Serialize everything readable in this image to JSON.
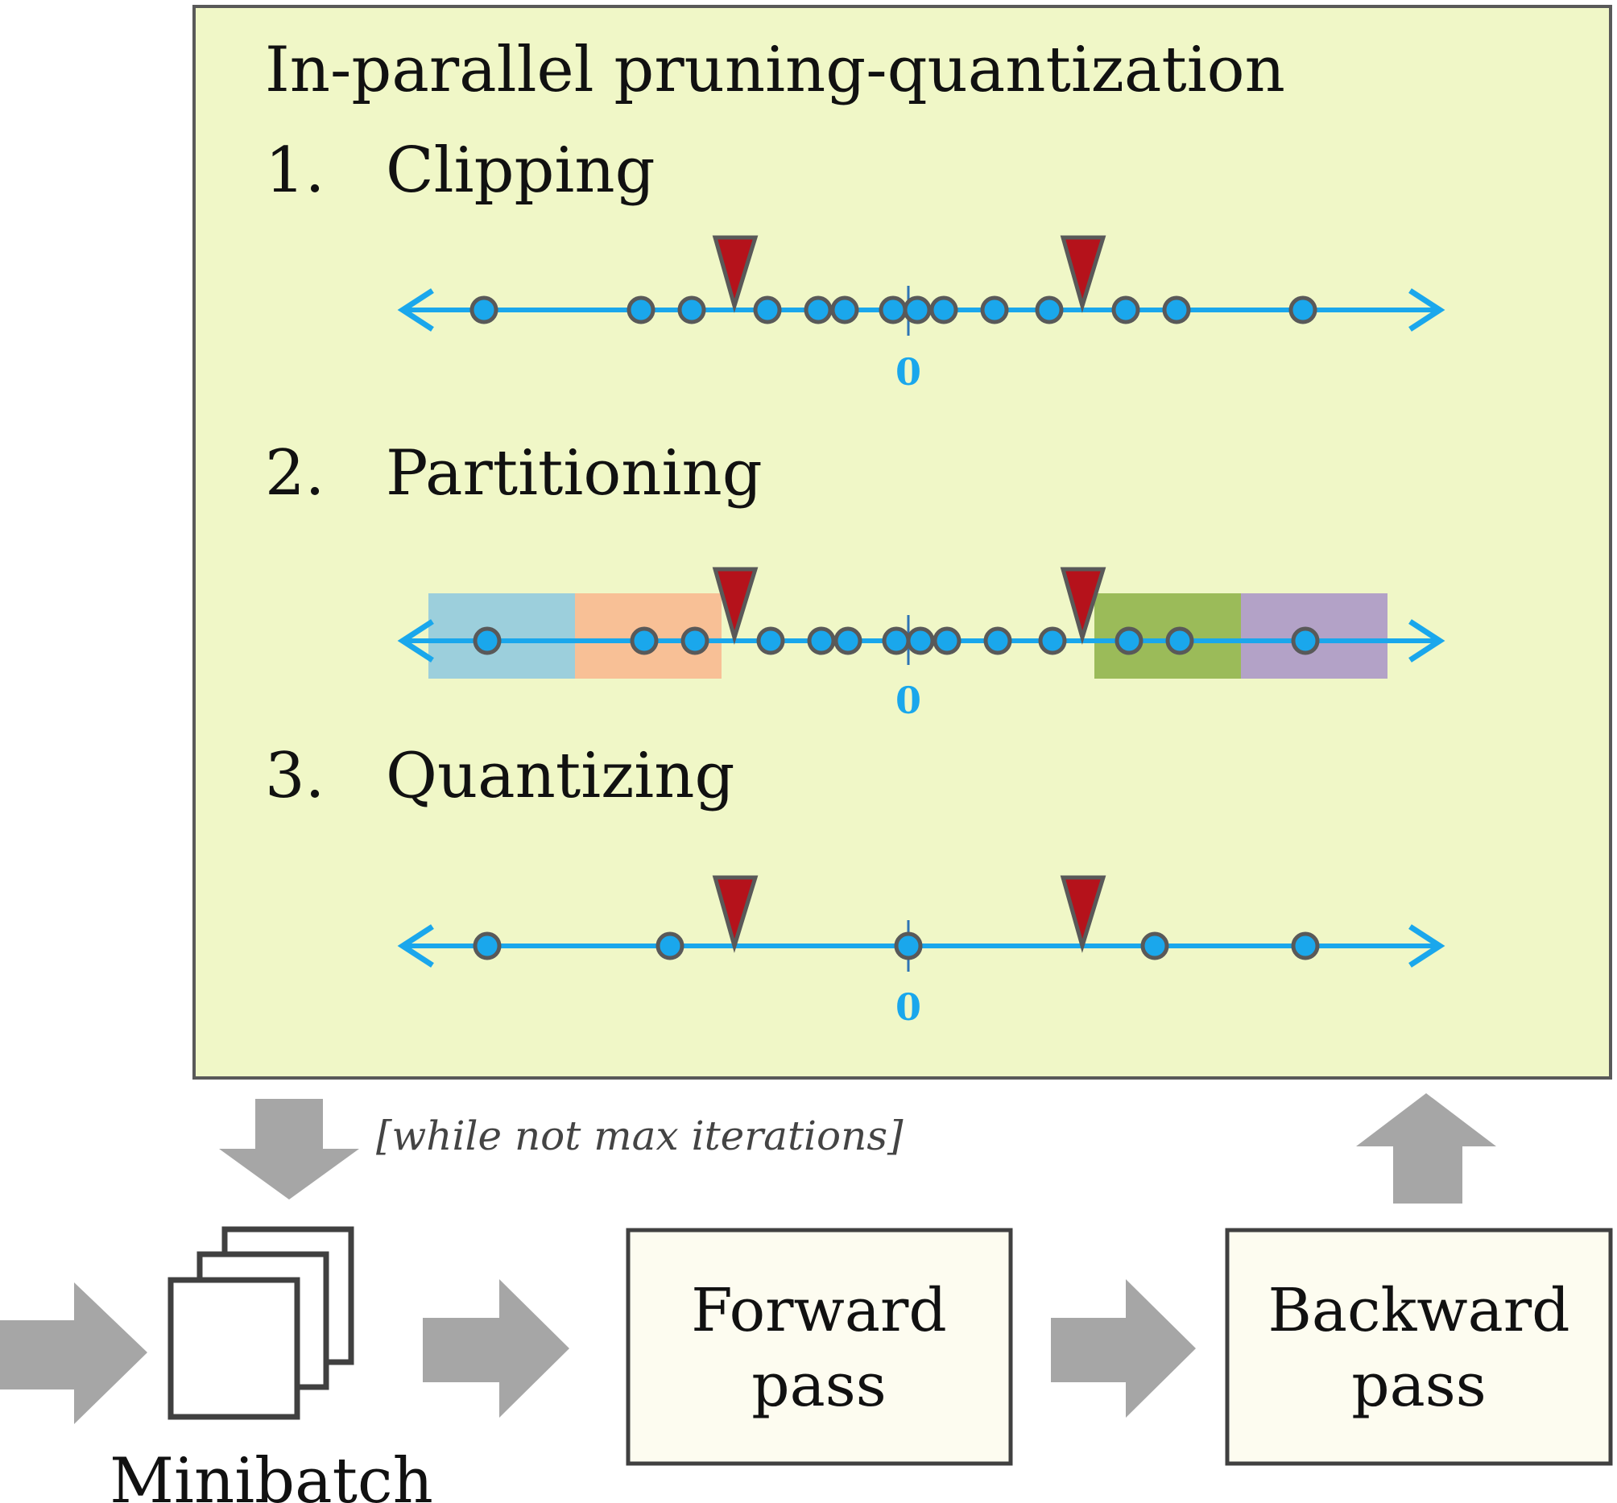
{
  "panel": {
    "title": "In-parallel pruning-quantization",
    "background": "#f0f7c7"
  },
  "steps": [
    {
      "number": "1.",
      "label": "Clipping"
    },
    {
      "number": "2.",
      "label": "Partitioning"
    },
    {
      "number": "3.",
      "label": "Quantizing"
    }
  ],
  "axis": {
    "zero_label": "0",
    "color": "#1aa7ec",
    "marker_color": "#b5121b"
  },
  "partition_colors": [
    "#9ccfdc",
    "#f8c096",
    "#9bbb59",
    "#b3a2c7"
  ],
  "loop_condition": "[while not max iterations]",
  "minibatch": {
    "label": "Minibatch"
  },
  "forward_box": {
    "line1": "Forward",
    "line2": "pass"
  },
  "backward_box": {
    "line1": "Backward",
    "line2": "pass"
  }
}
